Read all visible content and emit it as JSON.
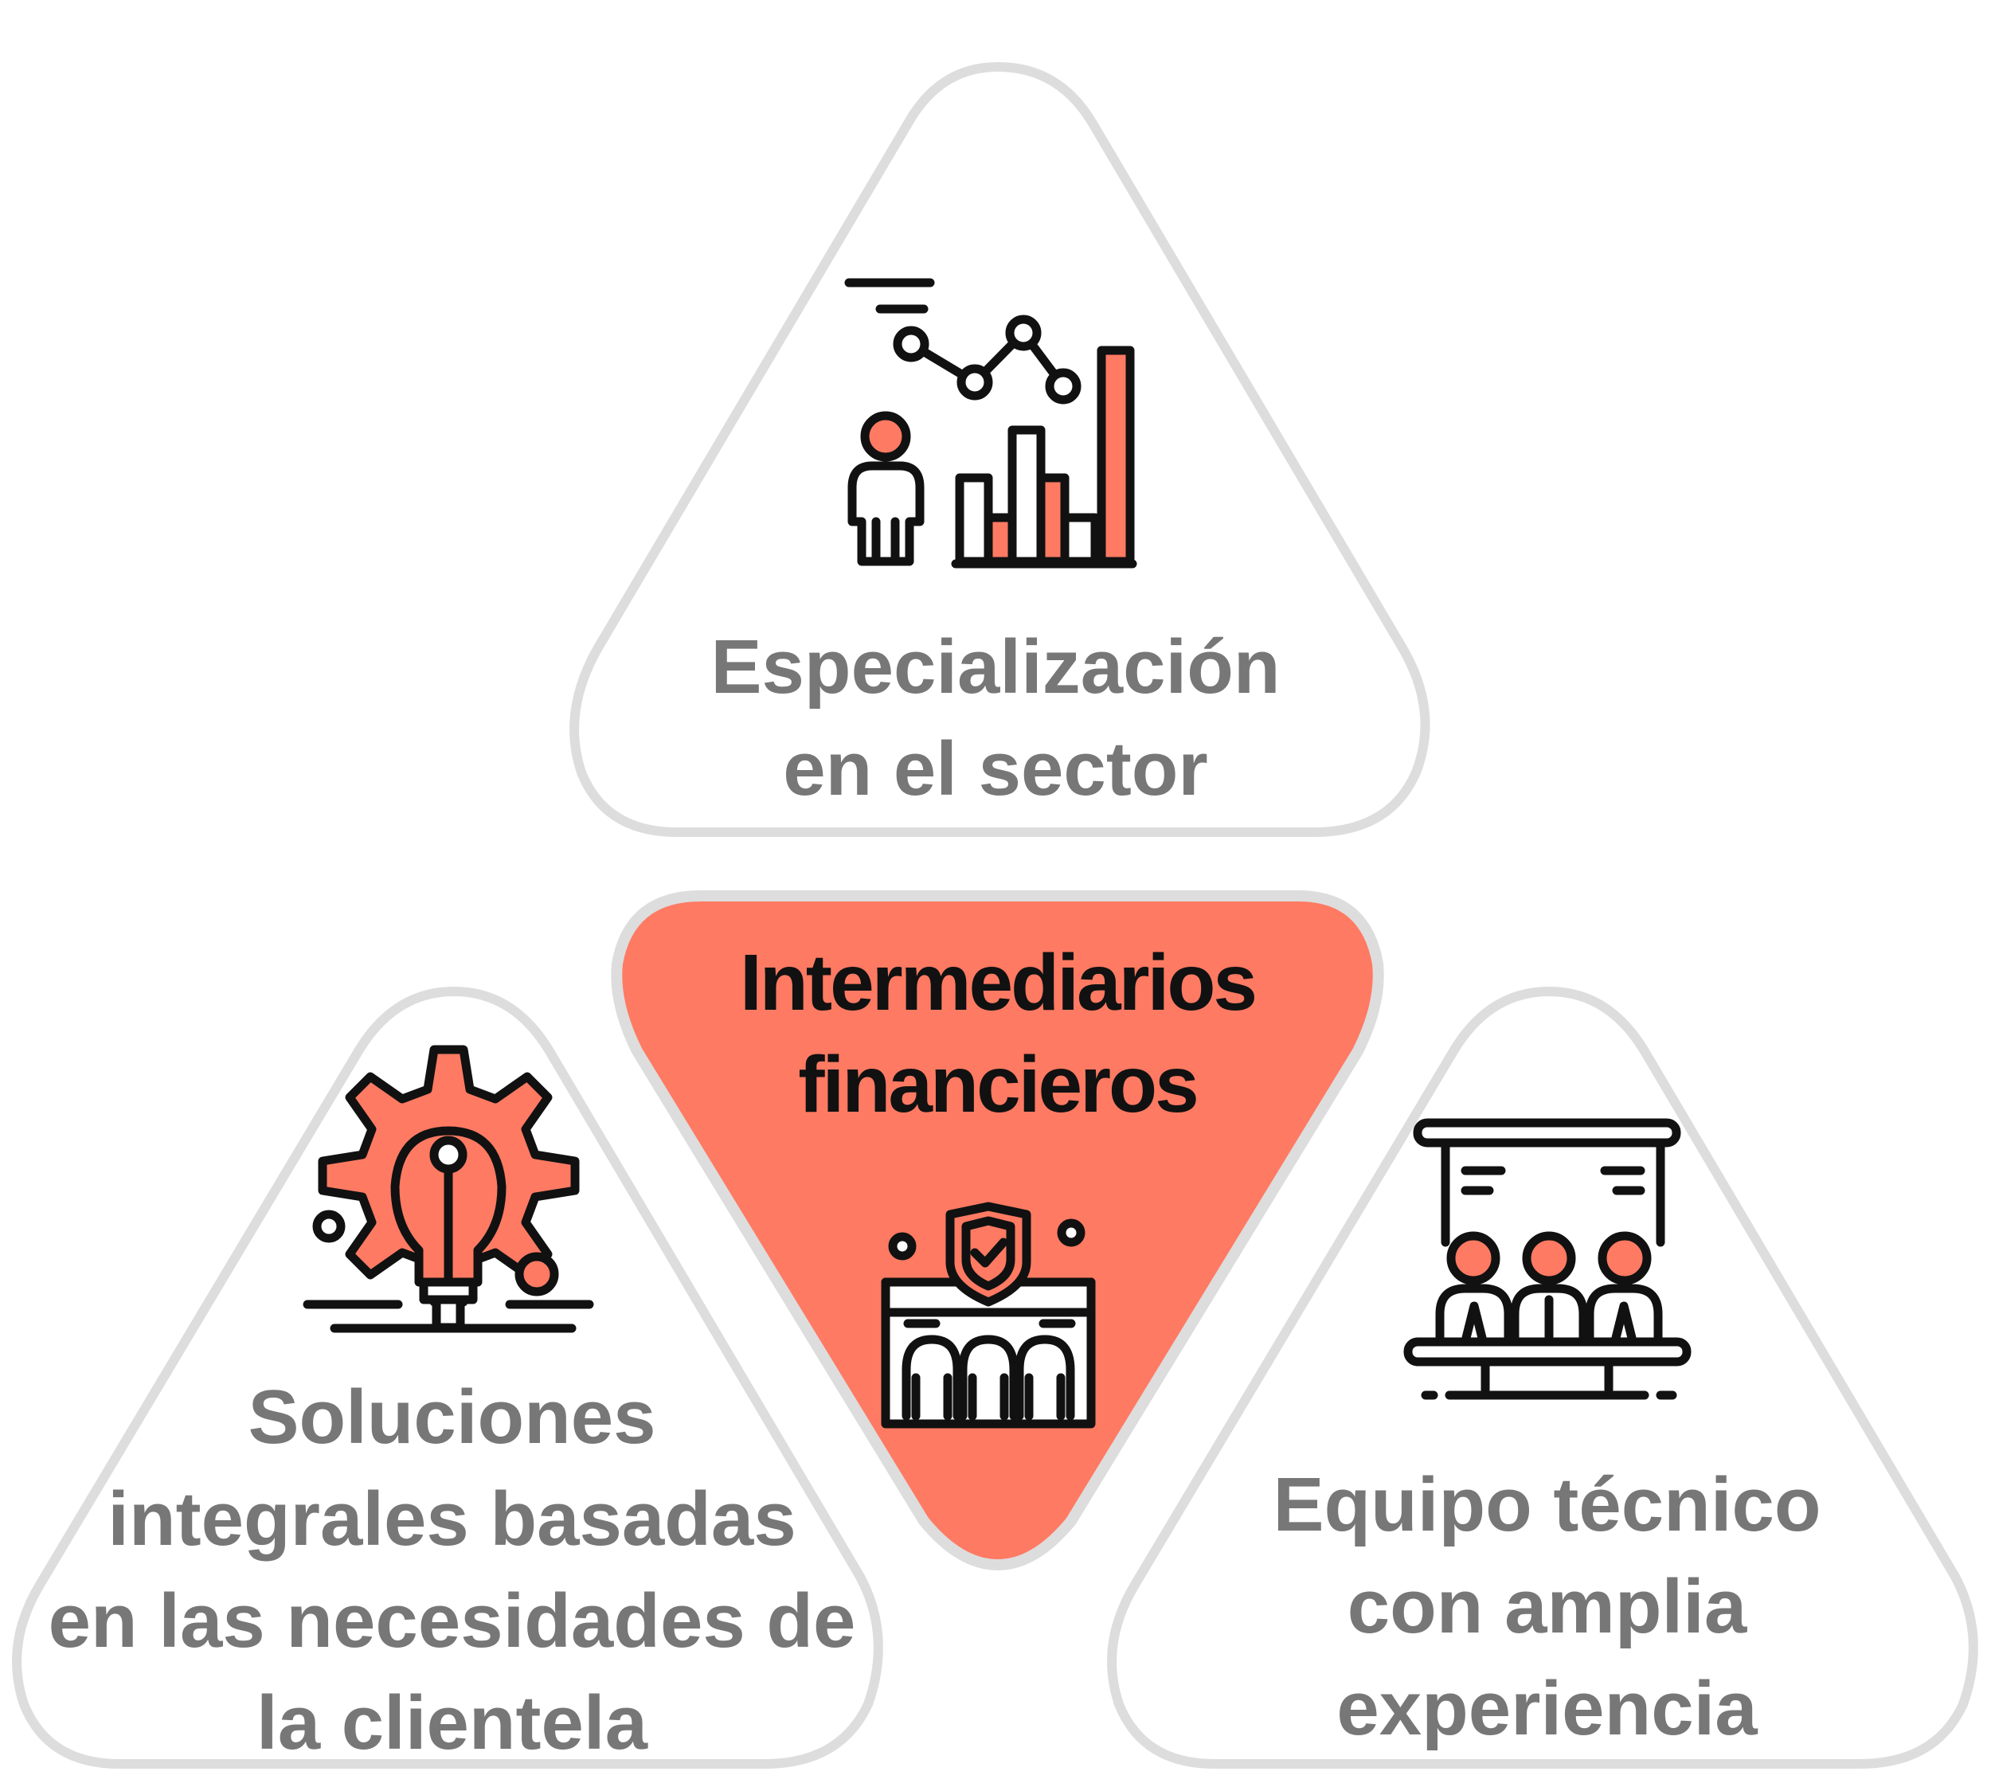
{
  "center": {
    "lines": [
      "Intermediarios",
      "financieros"
    ],
    "icon": "bank-shield-icon"
  },
  "top": {
    "lines": [
      "Especialización",
      "en el sector"
    ],
    "icon": "analyst-chart-icon"
  },
  "left": {
    "lines": [
      "Soluciones",
      "integrales basadas",
      "en las necesidades de",
      "la clientela"
    ],
    "icon": "gear-lightbulb-icon"
  },
  "right": {
    "lines": [
      "Equipo técnico",
      "con amplia",
      "experiencia"
    ],
    "icon": "team-presentation-icon"
  },
  "colors": {
    "accent": "#FF7A63",
    "outline": "#DDDDDD",
    "text": "#777777",
    "title": "#111111",
    "stroke": "#111111"
  }
}
